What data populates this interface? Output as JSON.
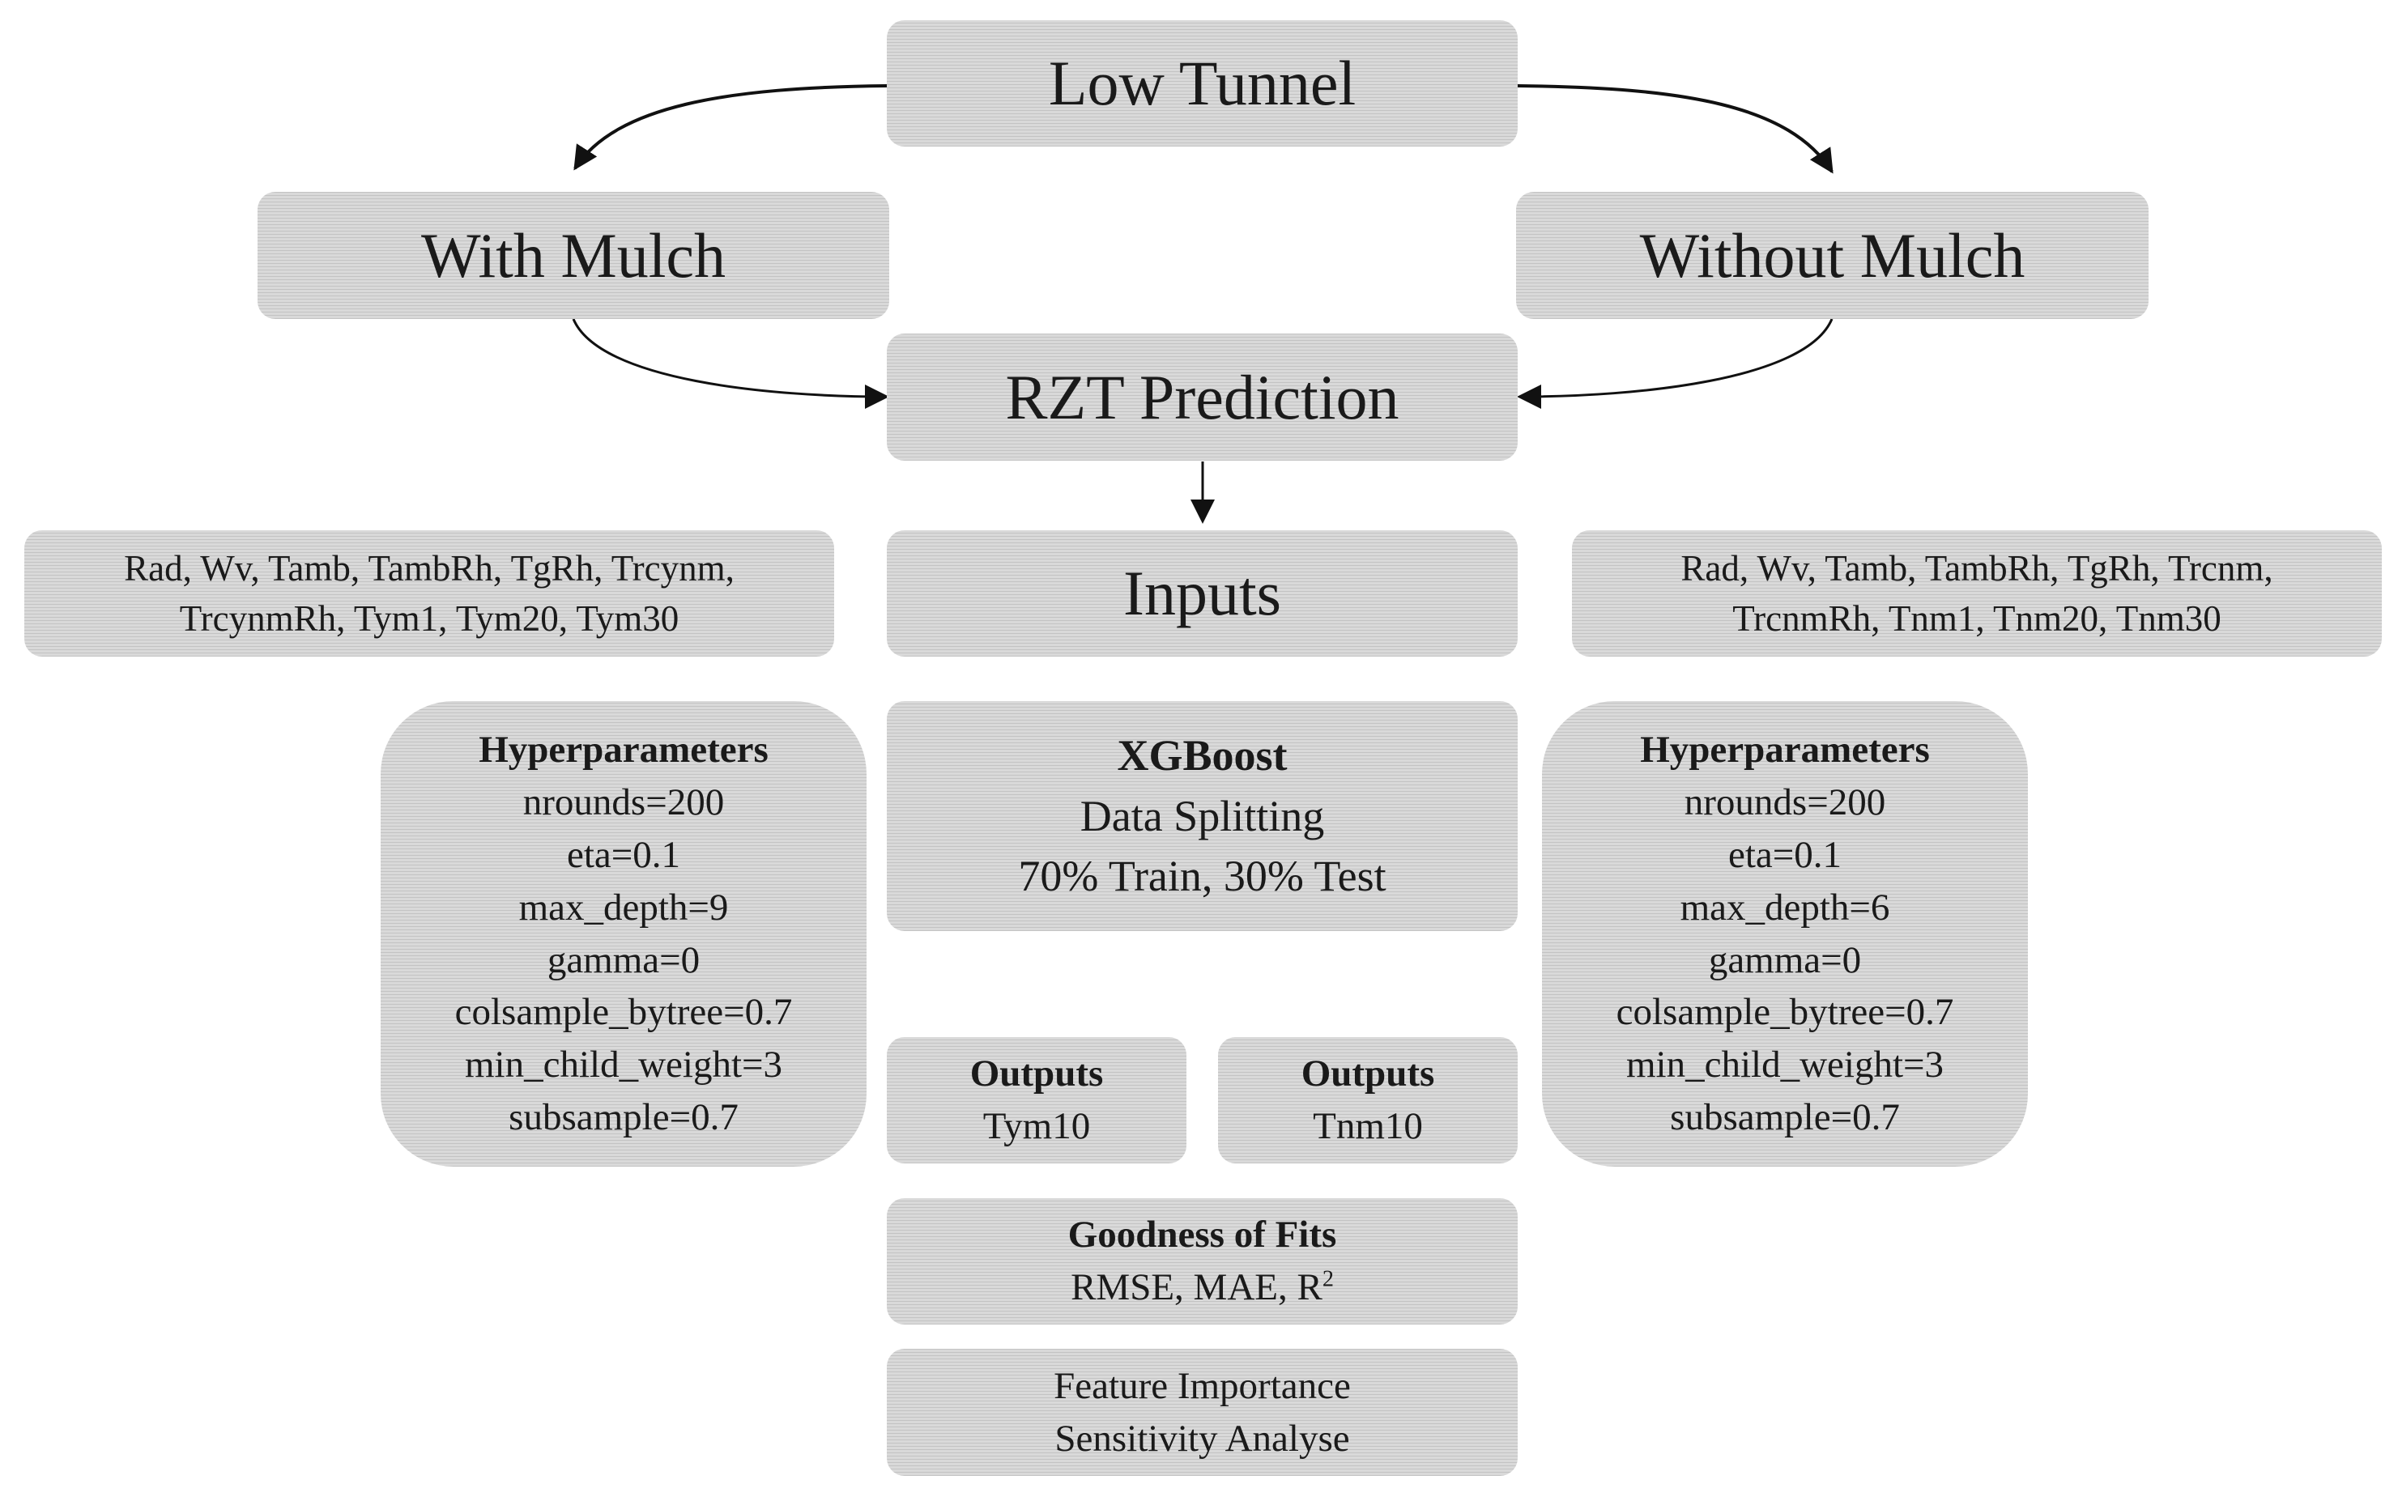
{
  "top": {
    "label": "Low Tunnel"
  },
  "branches": {
    "left": {
      "label": "With Mulch"
    },
    "right": {
      "label": "Without Mulch"
    }
  },
  "center": {
    "prediction": "RZT Prediction",
    "inputs": "Inputs"
  },
  "inputs_left": {
    "line1": "Rad, Wv, Tamb, TambRh, TgRh, Trcynm,",
    "line2": "TrcynmRh, Tym1, Tym20, Tym30"
  },
  "inputs_right": {
    "line1": "Rad, Wv, Tamb, TambRh, TgRh, Trcnm,",
    "line2": "TrcnmRh, Tnm1, Tnm20, Tnm30"
  },
  "hyper_left": {
    "title": "Hyperparameters",
    "params": [
      "nrounds=200",
      "eta=0.1",
      "max_depth=9",
      "gamma=0",
      "colsample_bytree=0.7",
      "min_child_weight=3",
      "subsample=0.7"
    ]
  },
  "hyper_right": {
    "title": "Hyperparameters",
    "params": [
      "nrounds=200",
      "eta=0.1",
      "max_depth=6",
      "gamma=0",
      "colsample_bytree=0.7",
      "min_child_weight=3",
      "subsample=0.7"
    ]
  },
  "xgboost": {
    "title": "XGBoost",
    "line1": "Data Splitting",
    "line2": "70% Train, 30% Test"
  },
  "outputs_left": {
    "title": "Outputs",
    "value": "Tym10"
  },
  "outputs_right": {
    "title": "Outputs",
    "value": "Tnm10"
  },
  "goodness": {
    "title": "Goodness of Fits",
    "metrics": "RMSE, MAE, R",
    "superscript": "2"
  },
  "analysis": {
    "line1": "Feature Importance",
    "line2": "Sensitivity Analyse"
  },
  "colors": {
    "box_fill": "#d9d9d9",
    "text": "#1a1a1a",
    "line": "#111111"
  }
}
